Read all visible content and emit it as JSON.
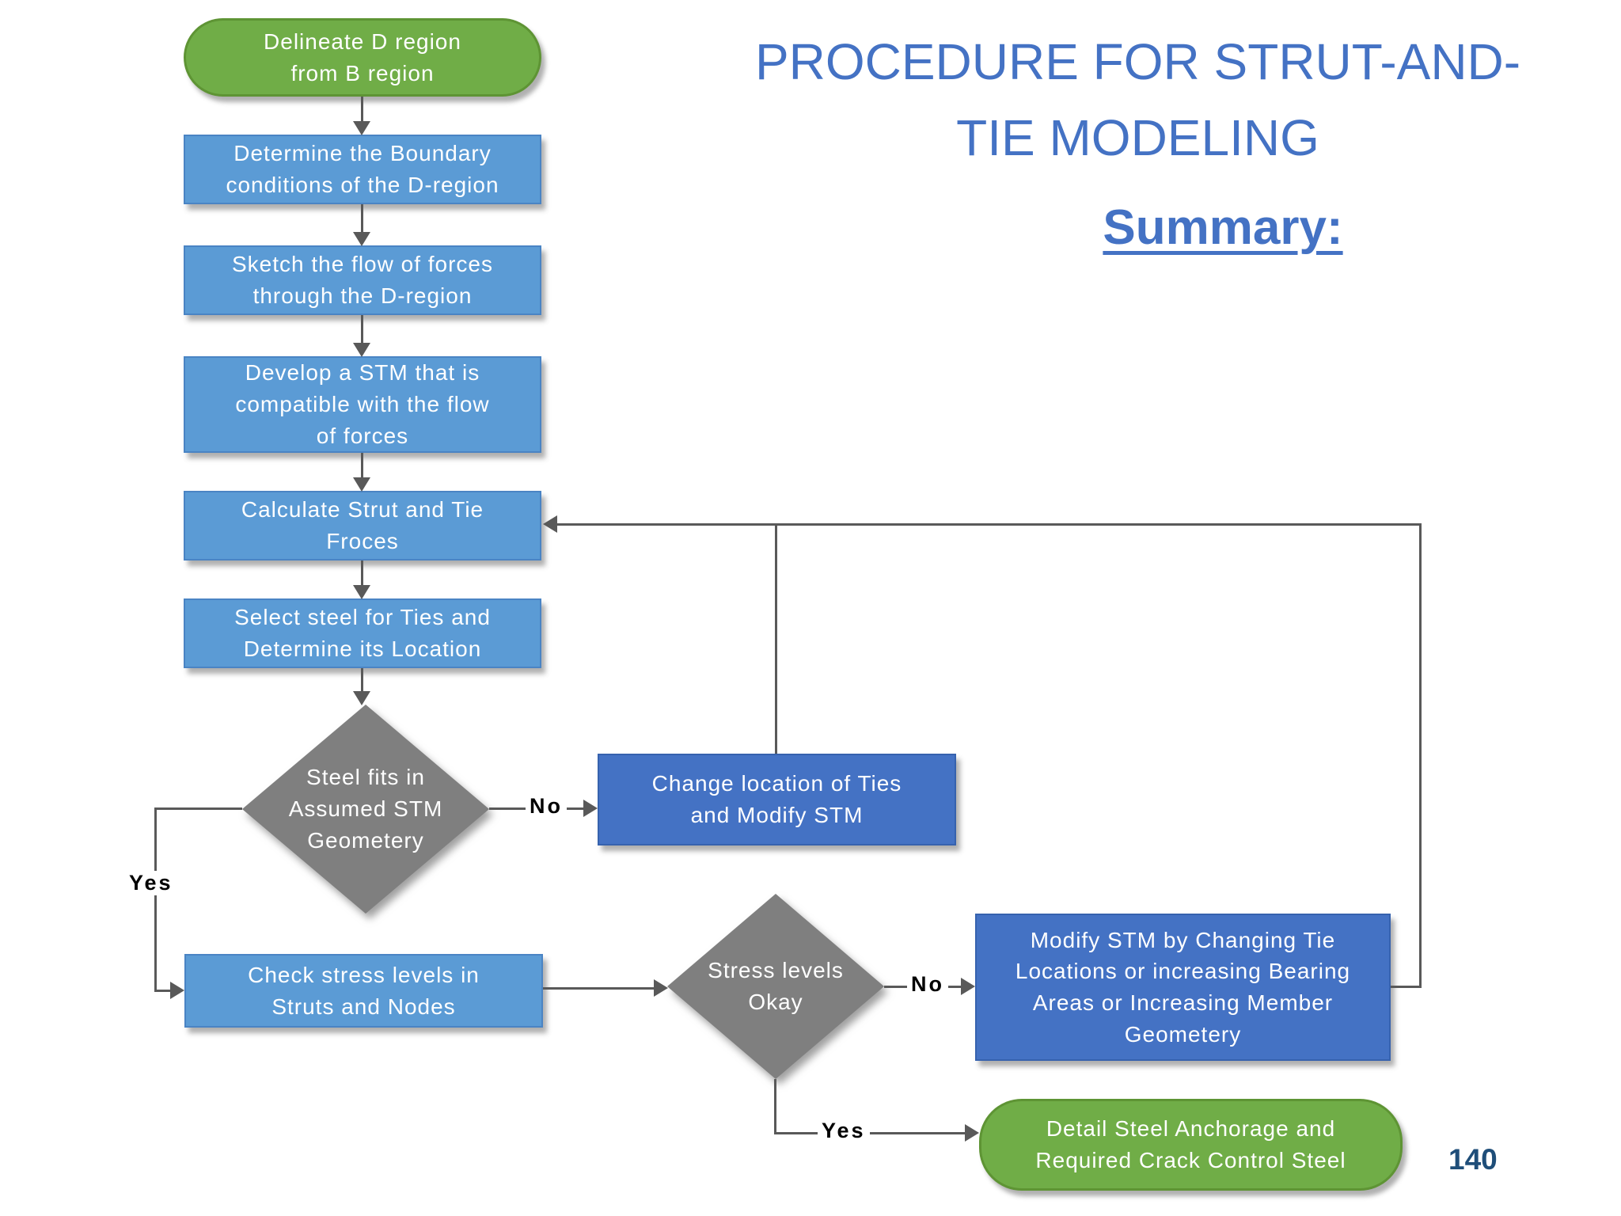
{
  "slide": {
    "title_line1": "PROCEDURE FOR STRUT-AND-",
    "title_line2": "TIE MODELING",
    "subtitle": "Summary:",
    "page_number": "140"
  },
  "palette": {
    "title_blue": "#4472C4",
    "process_blue": "#5B9BD5",
    "action_blue": "#4472C4",
    "terminator_green": "#70AD47",
    "decision_gray": "#7F7F7F",
    "connector_gray": "#595959",
    "page_number_navy": "#1F4E79"
  },
  "flowchart": {
    "nodes": {
      "start": {
        "label": "Delineate D region\nfrom B region"
      },
      "determine_boundary": {
        "label": "Determine the Boundary\nconditions of the D-region"
      },
      "sketch_flow": {
        "label": "Sketch the flow of forces\nthrough the D-region"
      },
      "develop_stm": {
        "label": "Develop a STM that is\ncompatible with the flow\nof forces"
      },
      "calculate_forces": {
        "label": "Calculate Strut and Tie\nFroces"
      },
      "select_steel": {
        "label": "Select steel for Ties and\nDetermine its Location"
      },
      "steel_fits_decision": {
        "label": "Steel fits in\nAssumed STM\nGeometery"
      },
      "change_ties": {
        "label": "Change location of Ties\nand Modify STM"
      },
      "check_stress": {
        "label": "Check stress levels in\nStruts and Nodes"
      },
      "stress_ok_decision": {
        "label": "Stress levels\nOkay"
      },
      "modify_stm": {
        "label": "Modify STM by Changing Tie\nLocations or increasing Bearing\nAreas or Increasing Member\nGeometery"
      },
      "detail_steel": {
        "label": "Detail Steel Anchorage and\nRequired Crack Control Steel"
      }
    },
    "edge_labels": {
      "steel_fits_yes": "Yes",
      "steel_fits_no": "No",
      "stress_ok_yes": "Yes",
      "stress_ok_no": "No"
    }
  }
}
